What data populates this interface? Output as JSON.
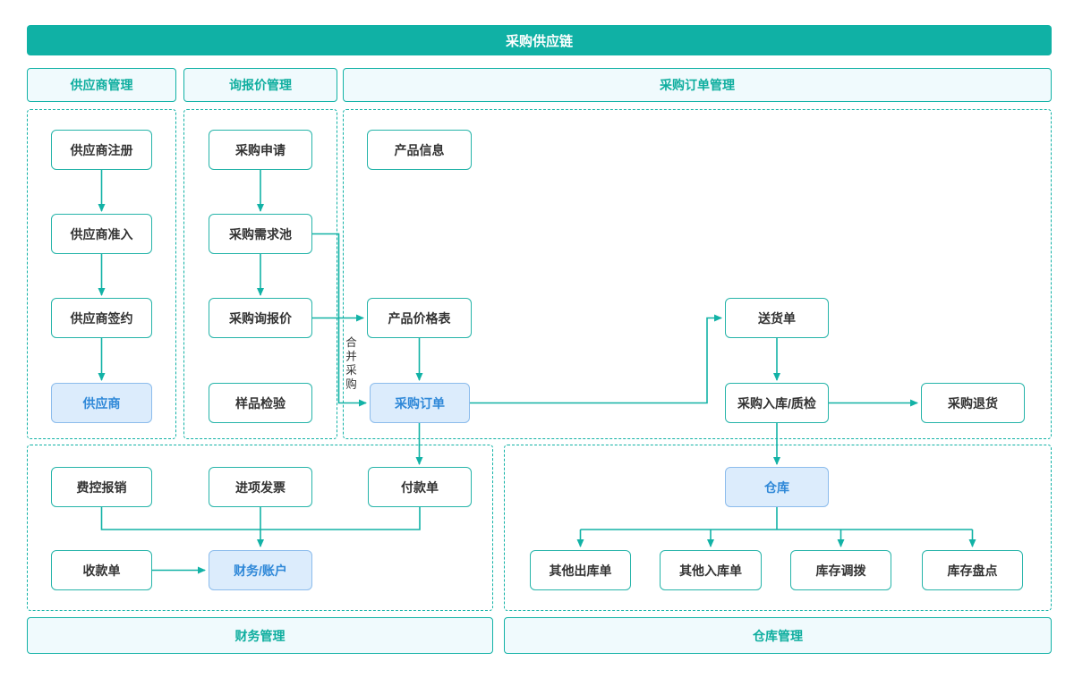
{
  "title": "采购供应链",
  "colors": {
    "accent_teal": "#10b1a5",
    "header_text": "#0fae9f",
    "header_bg": "#f0fafd",
    "highlight_bg": "#dcecfc",
    "highlight_border": "#8cbcec",
    "highlight_text": "#2f88d8",
    "node_border": "#26b4a9",
    "node_text": "#333333"
  },
  "headers": {
    "supplier": "供应商管理",
    "inquiry": "询报价管理",
    "purchase_order": "采购订单管理"
  },
  "footers": {
    "finance": "财务管理",
    "warehouse": "仓库管理"
  },
  "nodes": {
    "supplier_register": "供应商注册",
    "supplier_access": "供应商准入",
    "supplier_sign": "供应商签约",
    "supplier": "供应商",
    "purchase_apply": "采购申请",
    "demand_pool": "采购需求池",
    "purchase_inquiry": "采购询报价",
    "sample_check": "样品检验",
    "product_info": "产品信息",
    "price_list": "产品价格表",
    "purchase_order": "采购订单",
    "delivery_note": "送货单",
    "inbound_qc": "采购入库/质检",
    "purchase_return": "采购退货",
    "expense_report": "费控报销",
    "input_invoice": "进项发票",
    "payment_note": "付款单",
    "receipt_note": "收款单",
    "finance_account": "财务/账户",
    "warehouse": "仓库",
    "other_outbound": "其他出库单",
    "other_inbound": "其他入库单",
    "stock_transfer": "库存调拨",
    "stock_count": "库存盘点"
  },
  "labels": {
    "merge_purchase": "合并采购"
  }
}
